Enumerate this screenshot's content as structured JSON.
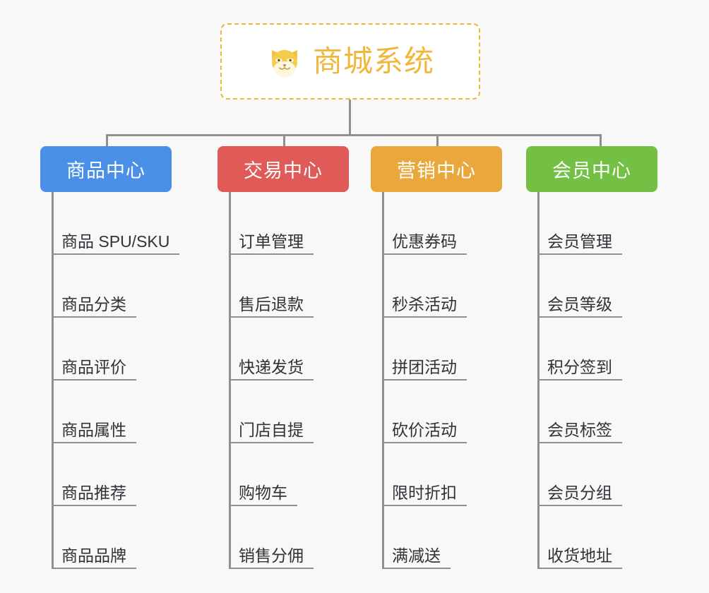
{
  "canvas": {
    "background": "#f8f8f8",
    "connector_color": "#909090"
  },
  "root": {
    "icon": "shiba-dog-face-emoji",
    "title": "商城系统",
    "title_color": "#f0b73d",
    "border_color": "#edb73a",
    "background": "#ffffff"
  },
  "columns": [
    {
      "header": "商品中心",
      "color": "#4a90e8",
      "items": [
        "商品 SPU/SKU",
        "商品分类",
        "商品评价",
        "商品属性",
        "商品推荐",
        "商品品牌"
      ]
    },
    {
      "header": "交易中心",
      "color": "#e05a58",
      "items": [
        "订单管理",
        "售后退款",
        "快递发货",
        "门店自提",
        "购物车",
        "销售分佣"
      ]
    },
    {
      "header": "营销中心",
      "color": "#eaa83c",
      "items": [
        "优惠券码",
        "秒杀活动",
        "拼团活动",
        "砍价活动",
        "限时折扣",
        "满减送"
      ]
    },
    {
      "header": "会员中心",
      "color": "#74c044",
      "items": [
        "会员管理",
        "会员等级",
        "积分签到",
        "会员标签",
        "会员分组",
        "收货地址"
      ]
    }
  ]
}
